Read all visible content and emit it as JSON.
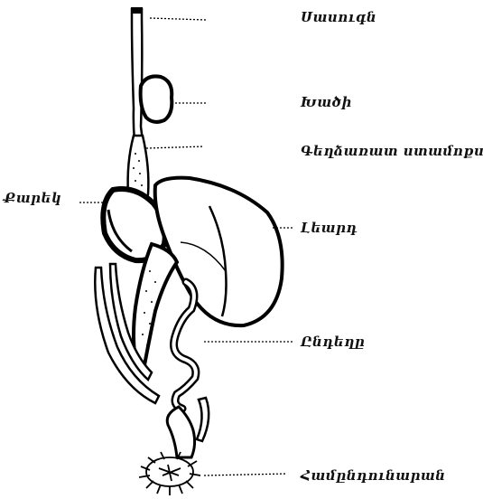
{
  "diagram": {
    "labels": {
      "esophagus": "Սասուգն",
      "crop": "Խածի",
      "glandular_stomach": "Գեղձառատ ստամոքս",
      "gizzard": "Քարեկ",
      "liver": "Լեարդ",
      "intestine": "Ընդեղը",
      "cloaca": "Համընդունարան"
    }
  }
}
